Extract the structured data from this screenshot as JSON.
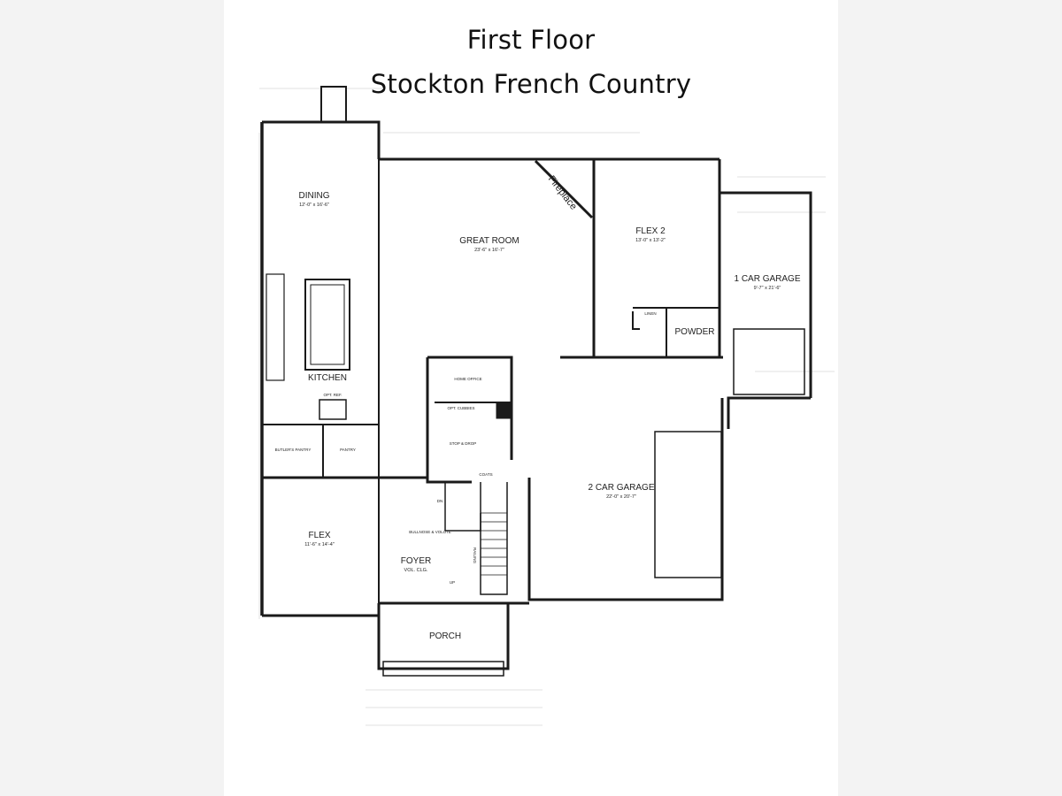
{
  "header": {
    "title": "First Floor",
    "subtitle": "Stockton French Country"
  },
  "rooms": {
    "dining": {
      "name": "DINING",
      "dims": "12'-0\" x 16'-6\""
    },
    "great_room": {
      "name": "GREAT ROOM",
      "dims": "23'-6\" x 16'-7\""
    },
    "flex2": {
      "name": "FLEX 2",
      "dims": "13'-0\" x 13'-2\""
    },
    "garage1": {
      "name": "1 CAR GARAGE",
      "dims": "9'-7\" x 21'-6\""
    },
    "powder": {
      "name": "POWDER"
    },
    "linen": {
      "name": "LINEN"
    },
    "kitchen": {
      "name": "KITCHEN"
    },
    "home_office": {
      "name": "HOME OFFICE"
    },
    "opt_ref": {
      "name": "OPT. REF."
    },
    "opt_cubbies": {
      "name": "OPT. CUBBIES"
    },
    "stop_drop": {
      "name": "STOP & DROP"
    },
    "butlers_pantry": {
      "name": "BUTLER'S PANTRY"
    },
    "pantry": {
      "name": "PANTRY"
    },
    "coats": {
      "name": "COATS"
    },
    "garage2": {
      "name": "2 CAR GARAGE",
      "dims": "22'-0\" x 20'-7\""
    },
    "flex": {
      "name": "FLEX",
      "dims": "11'-6\" x 14'-4\""
    },
    "foyer": {
      "name": "FOYER",
      "dims": "VOL. CLG."
    },
    "porch": {
      "name": "PORCH"
    }
  },
  "annotations": {
    "fireplace": "Fireplace",
    "bullnose": "BULLNOSE & VOLUTE",
    "railing": "RAILING",
    "dn": "DN",
    "up": "UP"
  }
}
